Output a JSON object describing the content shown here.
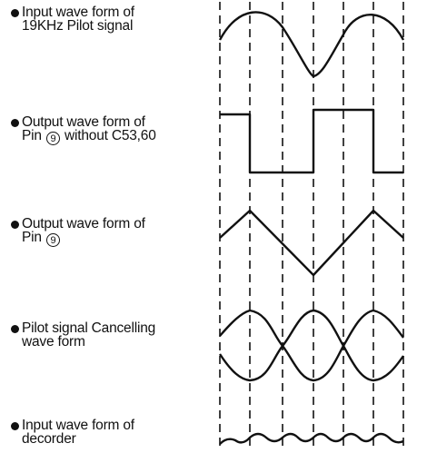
{
  "labels": [
    {
      "line1": "Input wave form of",
      "line2": "19KHz Pilot signal"
    },
    {
      "line1": "Output wave form of",
      "line2_pre": "Pin",
      "line2_pin": "9",
      "line2_post": "without C53,60"
    },
    {
      "line1": "Output wave form of",
      "line2_pre": "Pin",
      "line2_pin": "9",
      "line2_post": ""
    },
    {
      "line1": "Pilot signal Cancelling",
      "line2": "wave form"
    },
    {
      "line1": "Input wave form of",
      "line2": "decorder"
    }
  ],
  "colors": {
    "ink": "#111111",
    "background": "#ffffff"
  },
  "waveforms": [
    "sine",
    "square",
    "triangle",
    "cancelling-sines",
    "ripple"
  ]
}
